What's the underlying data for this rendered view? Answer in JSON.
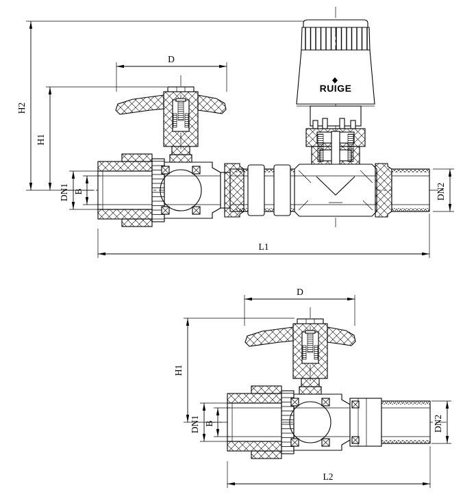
{
  "brand": {
    "logo": "RUIGE"
  },
  "top_view": {
    "dims": {
      "h2": "H2",
      "h1": "H1",
      "d": "D",
      "dn1": "DN1",
      "b": "B",
      "dn2": "DN2",
      "l1": "L1"
    }
  },
  "bottom_view": {
    "dims": {
      "d": "D",
      "h1": "H1",
      "dn1": "DN1",
      "b": "B",
      "dn2": "DN2",
      "l2": "L2"
    }
  }
}
